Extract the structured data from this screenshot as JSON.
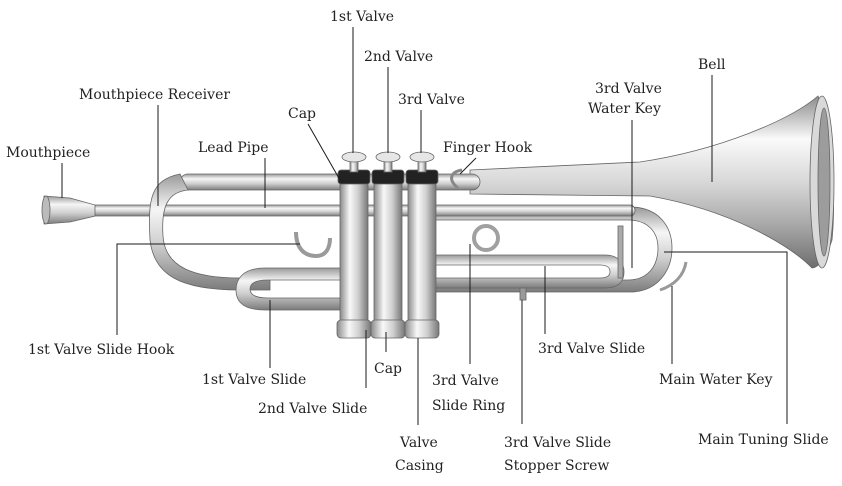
{
  "diagram": {
    "labels": {
      "mouthpiece": "Mouthpiece",
      "mouthpiece_receiver": "Mouthpiece Receiver",
      "lead_pipe": "Lead Pipe",
      "cap_top": "Cap",
      "valve1": "1st Valve",
      "valve2": "2nd Valve",
      "valve3": "3rd Valve",
      "finger_hook": "Finger Hook",
      "water_key3_line1": "3rd Valve",
      "water_key3_line2": "Water Key",
      "bell": "Bell",
      "slide_hook1": "1st Valve Slide Hook",
      "slide1": "1st Valve Slide",
      "slide2": "2nd Valve Slide",
      "cap_bottom": "Cap",
      "ring3_line1": "3rd Valve",
      "ring3_line2": "Slide Ring",
      "casing_line1": "Valve",
      "casing_line2": "Casing",
      "stopper_line1": "3rd Valve Slide",
      "stopper_line2": "Stopper Screw",
      "slide3": "3rd Valve Slide",
      "main_water_key": "Main Water Key",
      "main_tuning_slide": "Main Tuning Slide"
    },
    "colors": {
      "metal_light": "#f4f4f4",
      "metal_mid": "#c8c8c8",
      "metal_dark": "#7a7a7a",
      "outline": "#555555",
      "lead_line": "#1a1a1a"
    }
  }
}
